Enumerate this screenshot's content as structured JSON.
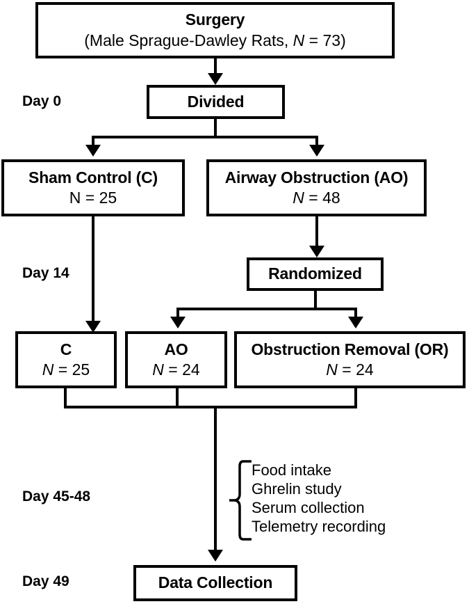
{
  "figure": {
    "type": "study-flow-diagram",
    "background": "#ffffff",
    "line_color": "#000000"
  },
  "nodes": {
    "surgery": {
      "title": "Surgery",
      "subtitle_pre": "(Male Sprague-Dawley Rats, ",
      "subtitle_italic": "N",
      "subtitle_post": " = 73)"
    },
    "divided": {
      "title": "Divided"
    },
    "sham_control": {
      "title": "Sham Control (C)",
      "count_italic": "",
      "count": "N = 25"
    },
    "airway_obstruction": {
      "title": "Airway Obstruction (AO)",
      "count_italic": "N",
      "count": " = 48"
    },
    "randomized": {
      "title": "Randomized"
    },
    "group_c": {
      "title": "C",
      "count_italic": "N",
      "count": " = 25"
    },
    "group_ao": {
      "title": "AO",
      "count_italic": "N",
      "count": " = 24"
    },
    "group_or": {
      "title": "Obstruction Removal (OR)",
      "count_italic": "N",
      "count": " = 24"
    },
    "data_collection": {
      "title": "Data Collection"
    }
  },
  "timeline": {
    "day0": "Day 0",
    "day14": "Day 14",
    "day45_48": "Day 45-48",
    "day49": "Day 49"
  },
  "tasks": [
    "Food intake",
    "Ghrelin study",
    "Serum collection",
    "Telemetry recording"
  ]
}
